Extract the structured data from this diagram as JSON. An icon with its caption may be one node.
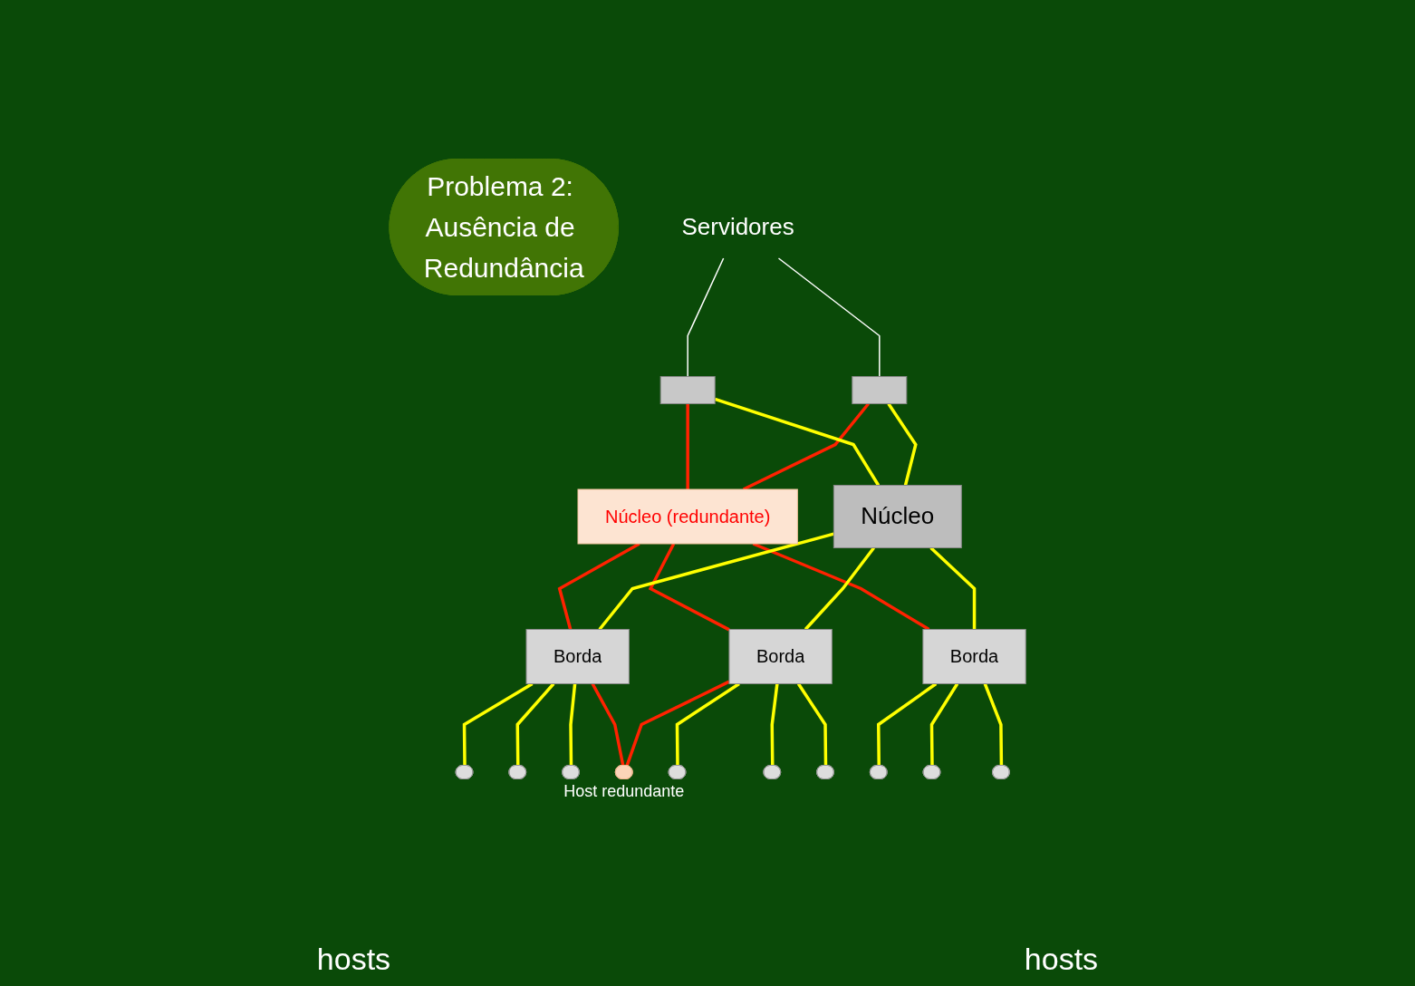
{
  "diagram": {
    "nodes": [
      {
        "text": [
          "Problema 2: Ausência de Redundância"
        ]
      },
      {
        "text": [
          "Servidores"
        ]
      },
      {
        "text": [],
        "shape": "box"
      },
      {
        "text": [],
        "shape": "box"
      },
      {
        "text": [
          "Núcleo (redundante)"
        ]
      },
      {
        "text": [
          "Núcleo"
        ]
      },
      {
        "text": [
          "Borda"
        ]
      },
      {
        "text": [
          "Borda"
        ]
      },
      {
        "text": [
          "Borda"
        ]
      },
      {
        "text": [],
        "shape": "ellipse"
      },
      {
        "text": [],
        "shape": "ellipse"
      },
      {
        "text": [],
        "shape": "ellipse"
      },
      {
        "text": [],
        "shape": "ellipse",
        "beside": [
          "Host redundante"
        ]
      },
      {
        "text": [],
        "shape": "ellipse"
      },
      {
        "text": [],
        "shape": "ellipse"
      },
      {
        "text": [],
        "shape": "ellipse"
      },
      {
        "text": [],
        "shape": "ellipse"
      },
      {
        "text": [],
        "shape": "ellipse"
      },
      {
        "text": [],
        "shape": "ellipse"
      }
    ],
    "edges": [
      {
        "from": 1,
        "to": 2,
        "arrow": "none",
        "color": "#ffffff"
      },
      {
        "from": 1,
        "to": 3,
        "arrow": "none",
        "color": "#ffffff"
      },
      {
        "from": 2,
        "to": 4,
        "arrow": "none",
        "color": "#ff2200"
      },
      {
        "from": 3,
        "to": 4,
        "arrow": "none",
        "color": "#ff2200"
      },
      {
        "from": 2,
        "to": 5,
        "arrow": "none"
      },
      {
        "from": 3,
        "to": 5,
        "arrow": "none"
      },
      {
        "from": 4,
        "to": 6,
        "arrow": "none",
        "color": "#ff2200"
      },
      {
        "from": 4,
        "to": 7,
        "arrow": "none",
        "color": "#ff2200"
      },
      {
        "from": 4,
        "to": 8,
        "arrow": "none",
        "color": "#ff2200"
      },
      {
        "from": 5,
        "to": 6,
        "arrow": "none"
      },
      {
        "from": 5,
        "to": 7,
        "arrow": "none"
      },
      {
        "from": 5,
        "to": 8,
        "arrow": "none"
      },
      {
        "from": 6,
        "to": 9,
        "arrow": "none"
      },
      {
        "from": 6,
        "to": 10,
        "arrow": "none"
      },
      {
        "from": 6,
        "to": 11,
        "arrow": "none"
      },
      {
        "from": 6,
        "to": 12,
        "arrow": "none",
        "color": "#ff2200"
      },
      {
        "from": 7,
        "to": 12,
        "arrow": "none",
        "color": "#ff2200"
      },
      {
        "from": 7,
        "to": 13,
        "arrow": "none"
      },
      {
        "from": 7,
        "to": 14,
        "arrow": "none"
      },
      {
        "from": 7,
        "to": 15,
        "arrow": "none"
      },
      {
        "from": 8,
        "to": 16,
        "arrow": "none"
      },
      {
        "from": 8,
        "to": 17,
        "arrow": "none"
      },
      {
        "from": 8,
        "to": 18,
        "arrow": "none"
      }
    ],
    "labels": [
      "hosts",
      "hosts"
    ]
  }
}
